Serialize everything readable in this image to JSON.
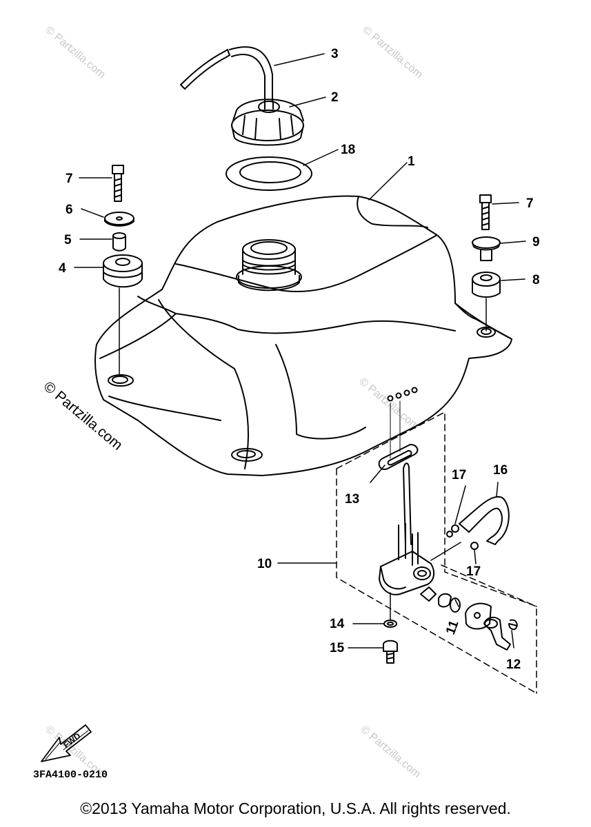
{
  "diagram": {
    "parts": [
      {
        "id": "1",
        "label": "1"
      },
      {
        "id": "2",
        "label": "2"
      },
      {
        "id": "3",
        "label": "3"
      },
      {
        "id": "4",
        "label": "4"
      },
      {
        "id": "5",
        "label": "5"
      },
      {
        "id": "6",
        "label": "6"
      },
      {
        "id": "7a",
        "label": "7"
      },
      {
        "id": "7b",
        "label": "7"
      },
      {
        "id": "8",
        "label": "8"
      },
      {
        "id": "9",
        "label": "9"
      },
      {
        "id": "10",
        "label": "10"
      },
      {
        "id": "11",
        "label": "11"
      },
      {
        "id": "12",
        "label": "12"
      },
      {
        "id": "13",
        "label": "13"
      },
      {
        "id": "14",
        "label": "14"
      },
      {
        "id": "15",
        "label": "15"
      },
      {
        "id": "16",
        "label": "16"
      },
      {
        "id": "17a",
        "label": "17"
      },
      {
        "id": "17b",
        "label": "17"
      },
      {
        "id": "18",
        "label": "18"
      }
    ],
    "drawing_code": "3FA4100-0210",
    "fwd_label": "FWD",
    "watermark": "© Partzilla.com"
  },
  "copyright": "©2013 Yamaha Motor Corporation, U.S.A. All rights reserved."
}
